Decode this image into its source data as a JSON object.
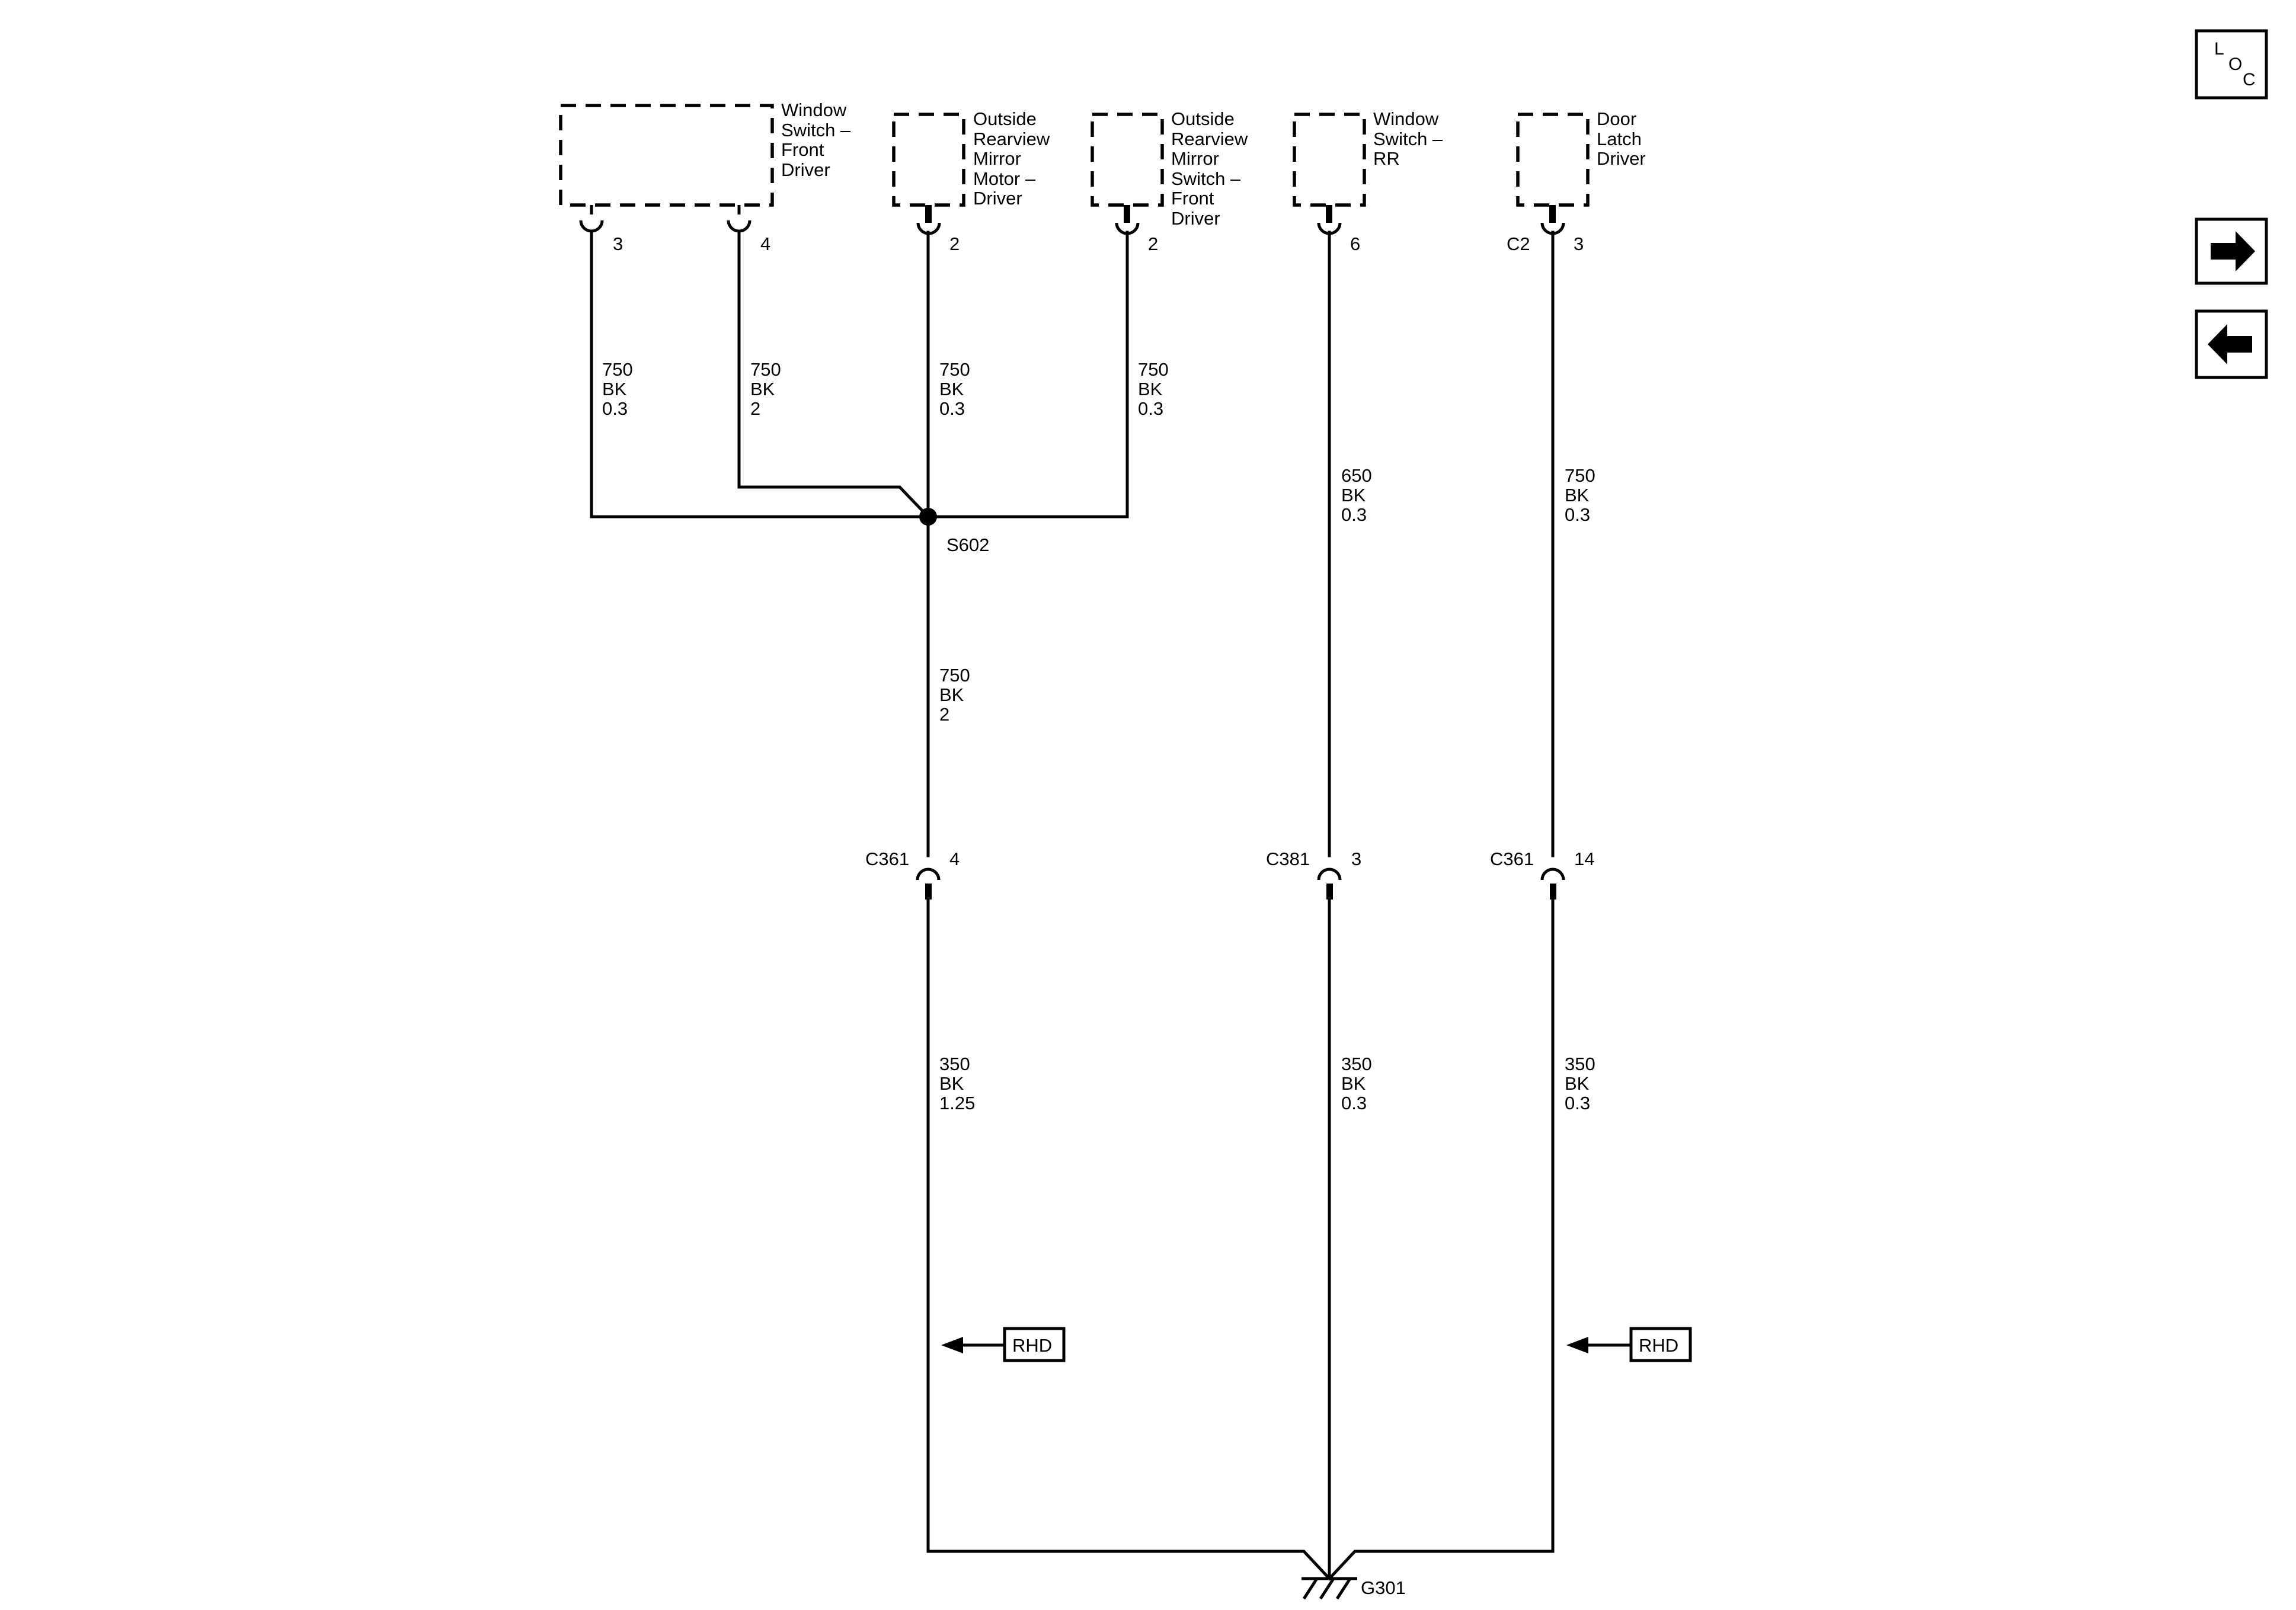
{
  "components": {
    "window_switch_front_driver": {
      "lines": [
        "Window",
        "Switch –",
        "Front",
        "Driver"
      ],
      "pins": [
        "3",
        "4"
      ]
    },
    "mirror_motor_driver": {
      "lines": [
        "Outside",
        "Rearview",
        "Mirror",
        "Motor –",
        "Driver"
      ],
      "pin": "2"
    },
    "mirror_switch_front_driver": {
      "lines": [
        "Outside",
        "Rearview",
        "Mirror",
        "Switch –",
        "Front",
        "Driver"
      ],
      "pin": "2"
    },
    "window_switch_rr": {
      "lines": [
        "Window",
        "Switch –",
        "RR"
      ],
      "pin": "6"
    },
    "door_latch_driver": {
      "lines": [
        "Door",
        "Latch",
        "Driver"
      ],
      "connector": "C2",
      "pin": "3"
    }
  },
  "wires": {
    "ws_pin3": [
      "750",
      "BK",
      "0.3"
    ],
    "ws_pin4": [
      "750",
      "BK",
      "2"
    ],
    "motor_pin2": [
      "750",
      "BK",
      "0.3"
    ],
    "switch_pin2": [
      "750",
      "BK",
      "0.3"
    ],
    "rr_pin6": [
      "650",
      "BK",
      "0.3"
    ],
    "latch_pin3": [
      "750",
      "BK",
      "0.3"
    ],
    "splice_to_c361": [
      "750",
      "BK",
      "2"
    ],
    "c361_4_to_ground": [
      "350",
      "BK",
      "1.25"
    ],
    "c381_3_to_ground": [
      "350",
      "BK",
      "0.3"
    ],
    "c361_14_to_ground": [
      "350",
      "BK",
      "0.3"
    ]
  },
  "splice": {
    "label": "S602"
  },
  "inline_connectors": {
    "left": {
      "name": "C361",
      "pin": "4"
    },
    "middle": {
      "name": "C381",
      "pin": "3"
    },
    "right": {
      "name": "C361",
      "pin": "14"
    }
  },
  "notes": {
    "rhd_left": "RHD",
    "rhd_right": "RHD"
  },
  "ground": {
    "label": "G301"
  },
  "nav": {
    "loc": {
      "l": "L",
      "o": "O",
      "c": "C"
    },
    "next_icon": "arrow-right-icon",
    "prev_icon": "arrow-left-icon"
  }
}
